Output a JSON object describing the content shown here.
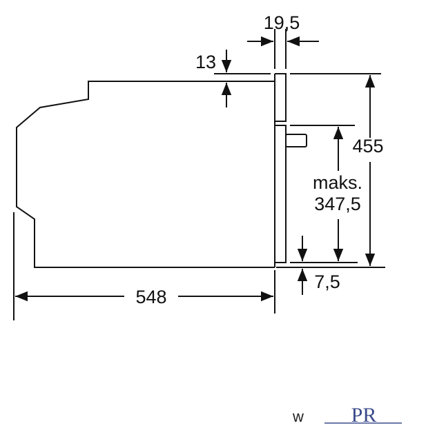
{
  "dimensions": {
    "top_gap": "19,5",
    "top_offset": "13",
    "total_height": "455",
    "max_label": "maks.",
    "max_value": "347,5",
    "bottom_offset": "7,5",
    "depth": "548"
  },
  "footer": {
    "letter": "w",
    "logo": "PR"
  },
  "colors": {
    "line": "#111111",
    "logo": "#3b4a8a"
  }
}
